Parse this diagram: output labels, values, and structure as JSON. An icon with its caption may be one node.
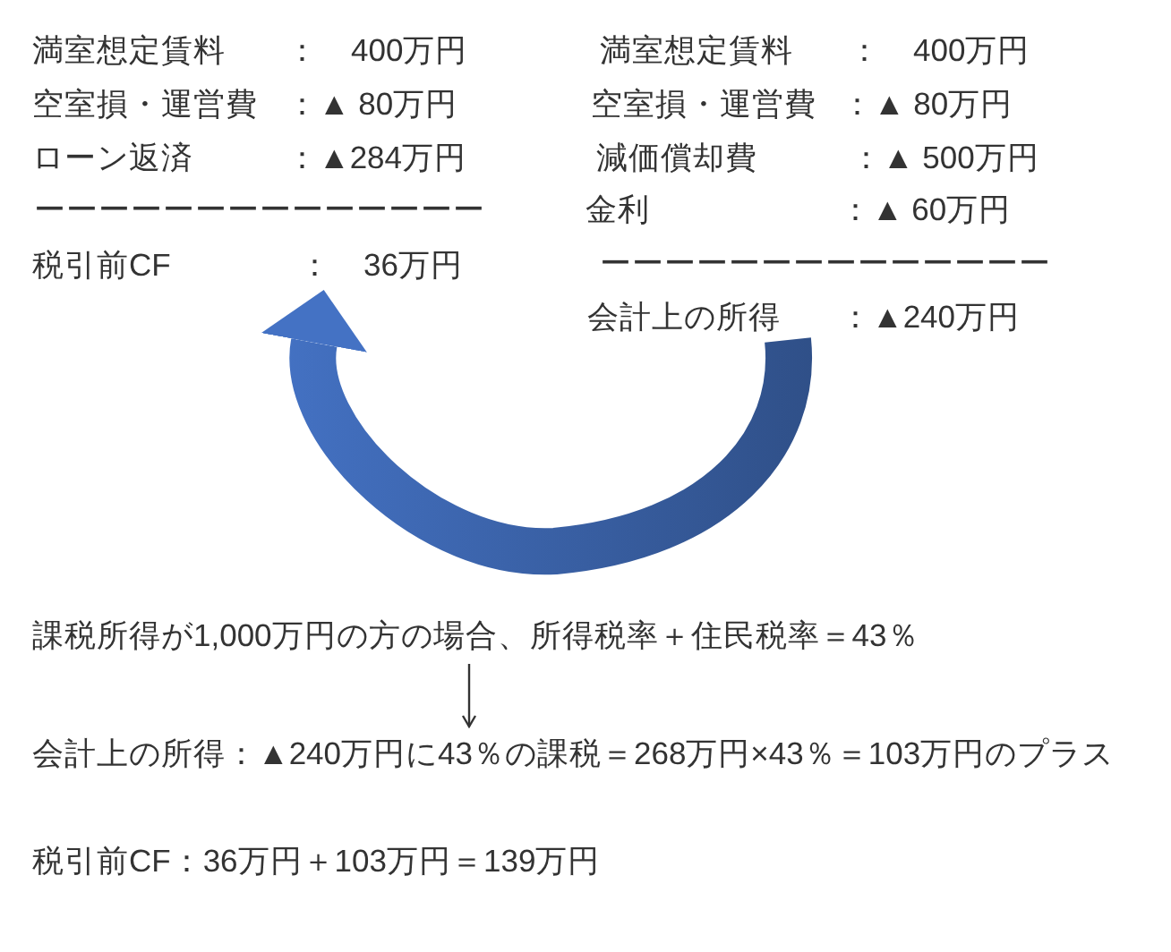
{
  "diagram": {
    "nodes": [
      {
        "text": [
          "満室想定賃料",
          "：　400万円",
          "空室損・運営費",
          "：▲ 80万円",
          "ローン返済",
          "：▲284万円",
          "ーーーーーーーーーーーーーー",
          "税引前CF",
          "：　36万円"
        ]
      },
      {
        "text": [
          "満室想定賃料",
          "：　400万円",
          "空室損・運営費",
          "：▲ 80万円",
          "減価償却費",
          "：▲ 500万円",
          "金利",
          "：▲ 60万円",
          "ーーーーーーーーーーーーーー",
          "会計上の所得",
          "：▲240万円"
        ]
      },
      {
        "text": [
          "課税所得が1,000万円の方の場合、所得税率＋住民税率＝43％"
        ]
      },
      {
        "text": [
          "会計上の所得：▲240万円に43％の課税＝268万円×43％＝103万円のプラス"
        ]
      }
    ],
    "edges": [
      {
        "from": 1,
        "to": 0,
        "arrow": "to",
        "style": "thick",
        "color": "#4472c4"
      },
      {
        "from": 2,
        "to": 3,
        "arrow": "to"
      }
    ],
    "labels": [
      "税引前CF：36万円＋103万円＝139万円"
    ]
  }
}
